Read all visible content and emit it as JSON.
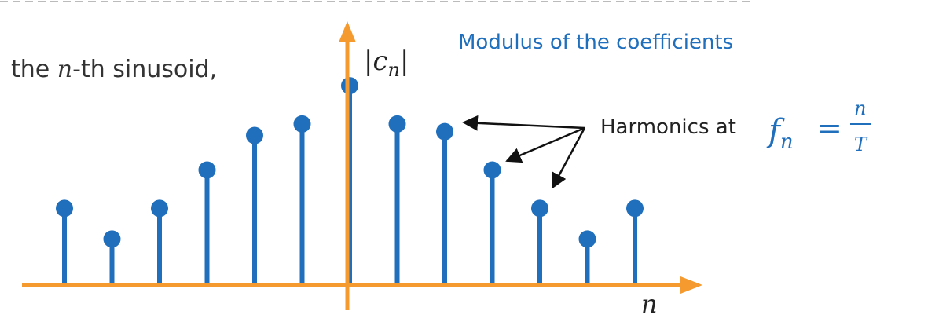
{
  "slide": {
    "partial_text": {
      "prefix": "the ",
      "var": "n",
      "suffix": "-th sinusoid,"
    },
    "panel_title": "Modulus of the coefficients",
    "annotation": {
      "text": "Harmonics at ",
      "f": "f",
      "f_sub": "n",
      "equals": "=",
      "frac_num": "n",
      "frac_den": "T"
    }
  },
  "colors": {
    "axis": "#f59a2f",
    "stem": "#1f6fbd",
    "title": "#1f6fbd",
    "text": "#333333",
    "arrow": "#111111",
    "dash": "#bbbbbb"
  },
  "chart_data": {
    "type": "stem",
    "ylabel": "|c_n|",
    "xlabel": "n",
    "ylabel_parts": {
      "left": "|",
      "base": "c",
      "sub": "n",
      "right": "|"
    },
    "x": [
      -6,
      -5,
      -4,
      -3,
      -2,
      -1,
      0,
      1,
      2,
      3,
      4,
      5,
      6
    ],
    "values": [
      1.0,
      0.6,
      1.0,
      1.5,
      1.95,
      2.1,
      2.6,
      2.1,
      2.0,
      1.5,
      1.0,
      0.6,
      1.0
    ],
    "ylim": [
      0,
      3.0
    ],
    "grid": false
  }
}
